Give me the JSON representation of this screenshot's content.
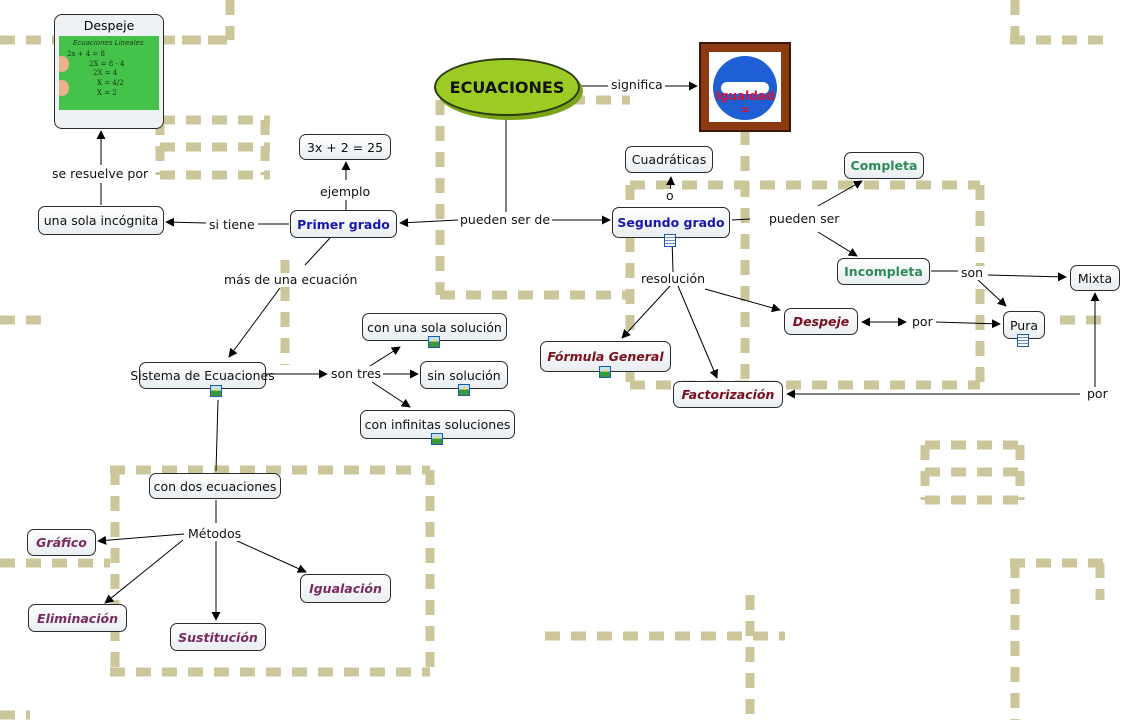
{
  "root": {
    "label": "ECUACIONES"
  },
  "despeje_card": {
    "title": "Despeje",
    "board_title": "Ecuaciones Lineales",
    "board_lines": [
      "2x + 4 = 8",
      "2X = 8 - 4",
      "2X = 4",
      "X = 4/2",
      "X = 2"
    ]
  },
  "sign": {
    "word": "Igualdad ="
  },
  "nodes": {
    "ejemplo_eq": "3x + 2 = 25",
    "primer_grado": "Primer grado",
    "una_incognita": "una sola incógnita",
    "segundo_grado": "Segundo grado",
    "cuadraticas": "Cuadráticas",
    "completa": "Completa",
    "incompleta": "Incompleta",
    "mixta": "Mixta",
    "pura": "Pura",
    "despeje": "Despeje",
    "formula_general": "Fórmula General",
    "factorizacion": "Factorización",
    "sistema": "Sistema de Ecuaciones",
    "una_solucion": "con una sola solución",
    "sin_solucion": "sin solución",
    "infinitas": "con infinitas soluciones",
    "dos_ecuaciones": "con dos ecuaciones",
    "grafico": "Gráfico",
    "eliminacion": "Eliminación",
    "sustitucion": "Sustitución",
    "igualacion": "Igualación"
  },
  "links": {
    "significa": "significa",
    "pueden_ser_de": "pueden ser de",
    "ejemplo": "ejemplo",
    "si_tiene": "si tiene",
    "se_resuelve_por": "se  resuelve por",
    "mas_de_una": "más de una ecuación",
    "son_tres": "son tres",
    "metodos": "Métodos",
    "o": "o",
    "pueden_ser": "pueden ser",
    "resolucion": "resolución",
    "son": "son",
    "por": "por",
    "por2": "por"
  },
  "colors": {
    "root_fill": "#9ccc24",
    "grid_dash": "#cbc79b",
    "blue_text": "#1818b0",
    "green_text": "#2e8b57",
    "maroon_text": "#7a0f1c",
    "purple_text": "#7a2a5e"
  }
}
